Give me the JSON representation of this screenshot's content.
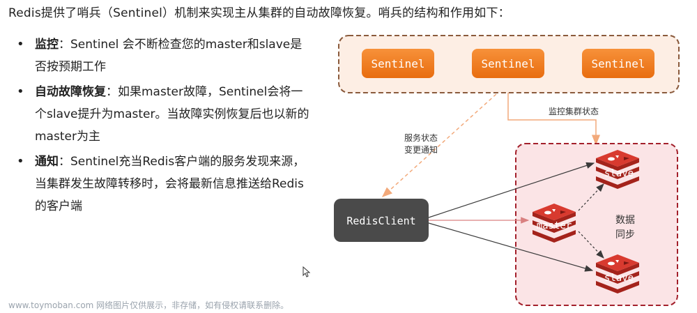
{
  "intro": "Redis提供了哨兵（Sentinel）机制来实现主从集群的自动故障恢复。哨兵的结构和作用如下：",
  "bullets": [
    {
      "term": "监控",
      "sep": "：",
      "text": "Sentinel 会不断检查您的master和slave是否按预期工作"
    },
    {
      "term": "自动故障恢复",
      "sep": "：",
      "text": "如果master故障，Sentinel会将一个slave提升为master。当故障实例恢复后也以新的master为主"
    },
    {
      "term": "通知",
      "sep": "：",
      "text": "Sentinel充当Redis客户端的服务发现来源，当集群发生故障转移时，会将最新信息推送给Redis的客户端"
    }
  ],
  "diagram": {
    "sentinels": [
      "Sentinel",
      "Sentinel",
      "Sentinel"
    ],
    "monitor_label": "监控集群状态",
    "notify_label_1": "服务状态",
    "notify_label_2": "变更通知",
    "client": "RedisClient",
    "master": "master",
    "slave_top": "slave",
    "slave_bottom": "slave",
    "sync_label_1": "数据",
    "sync_label_2": "同步"
  },
  "watermark": "www.toymoban.com 网络图片仅供展示，非存储，如有侵权请联系删除。",
  "colors": {
    "sentinel_fill": "#f07c1e",
    "sentinel_group_bg": "#fdeee4",
    "sentinel_group_border": "#8a5a3c",
    "cluster_bg": "#fbe4e6",
    "cluster_border": "#a3202b",
    "redis_red": "#d83a2f",
    "client_fill": "#4a4a4a",
    "dash_arrow": "#f2a97a"
  }
}
